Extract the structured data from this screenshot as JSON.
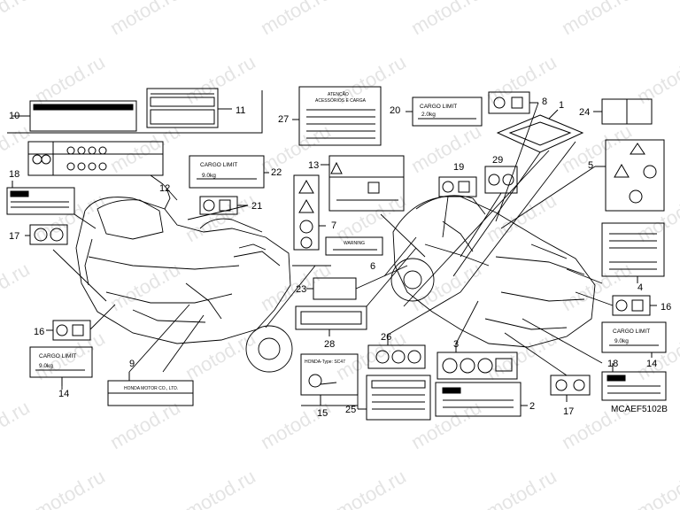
{
  "diagram": {
    "code": "MCAEF5102B",
    "watermark": "motod.ru",
    "callouts": [
      "1",
      "2",
      "3",
      "4",
      "5",
      "6",
      "7",
      "8",
      "9",
      "10",
      "11",
      "12",
      "13",
      "14",
      "15",
      "16",
      "17",
      "18",
      "19",
      "20",
      "21",
      "22",
      "23",
      "24",
      "25",
      "26",
      "27",
      "28",
      "29"
    ],
    "labels": {
      "cargo_limit": "CARGO LIMIT",
      "cargo_weight": "2.0kg",
      "cargo_limit_14": "CARGO LIMIT",
      "cargo_weight_14": "9.0kg",
      "cargo_limit_22": "CARGO LIMIT",
      "cargo_weight_22": "9.0kg",
      "cargo_limit_14b": "CARGO LIMIT",
      "cargo_weight_14b": "9.0kg",
      "atencao_line1": "ATENÇÃO",
      "atencao_line2": "ACESSÓRIOS E CARGA",
      "warning_word": "WARNING",
      "honda_type": "HONDA-Type: SC47",
      "honda_motor": "HONDA MOTOR CO., LTD."
    }
  }
}
